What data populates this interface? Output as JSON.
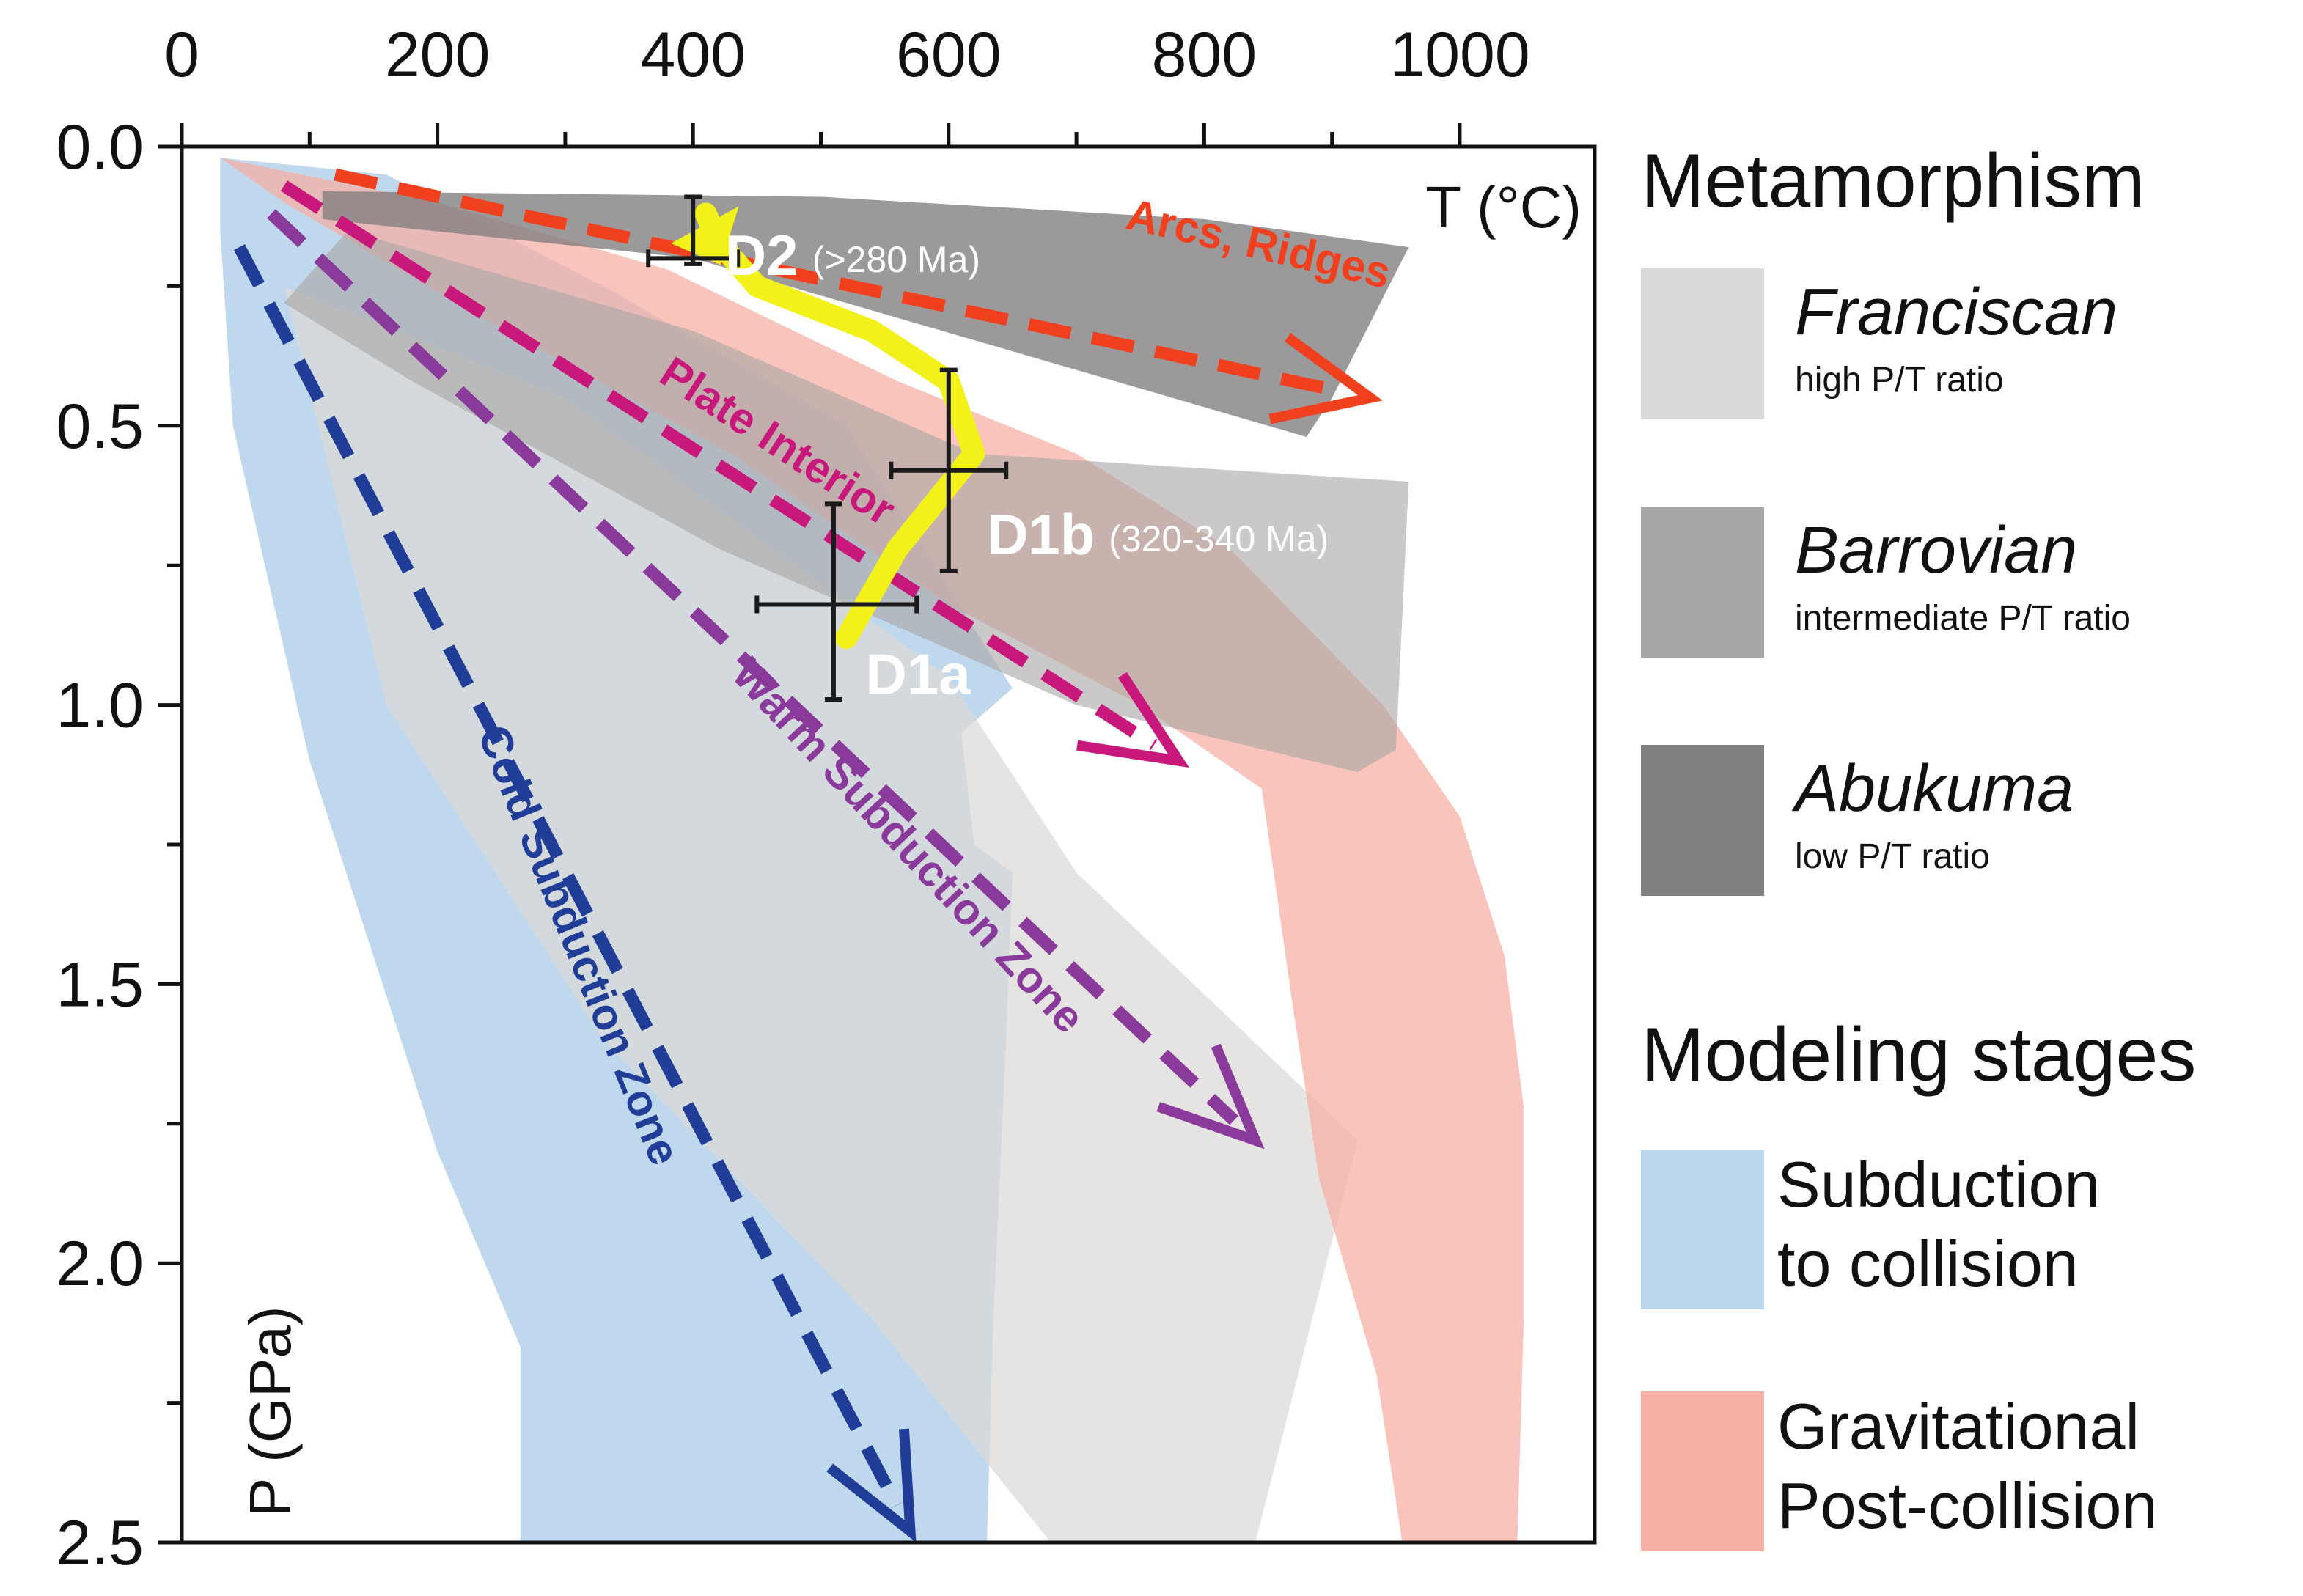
{
  "chart_data": {
    "type": "area",
    "xlabel": "T (°C)",
    "ylabel": "P (GPa)",
    "xlim": [
      0,
      1100
    ],
    "ylim": [
      0,
      2.5
    ],
    "x_ticks": [
      "0",
      "200",
      "400",
      "600",
      "800",
      "1000"
    ],
    "y_ticks": [
      "0.0",
      "0.5",
      "1.0",
      "1.5",
      "2.0",
      "2.5"
    ],
    "y_axis_inverted": true,
    "x_axis_position": "top",
    "colors": {
      "franciscan": "#dcdad8",
      "barrovian": "#a9a7a6",
      "abukuma": "#828080",
      "subduction": "#bcd6ec",
      "post_collision": "#f5b0a4",
      "arcs": "#f0401e",
      "plate_interior": "#c8187c",
      "warm_subduction": "#8a3a9a",
      "cold_subduction": "#203d98",
      "ptt_path": "#f2f21a"
    },
    "legend": {
      "metamorphism_title": "Metamorphism",
      "metamorphism": [
        {
          "name": "Franciscan",
          "desc": "high P/T ratio",
          "color_key": "franciscan"
        },
        {
          "name": "Barrovian",
          "desc": "intermediate P/T ratio",
          "color_key": "barrovian"
        },
        {
          "name": "Abukuma",
          "desc": "low P/T ratio",
          "color_key": "abukuma"
        }
      ],
      "modeling_title": "Modeling stages",
      "modeling": [
        {
          "line1": "Subduction",
          "line2": "to collision",
          "color_key": "subduction"
        },
        {
          "line1": "Gravitational",
          "line2": "Post-collision",
          "color_key": "post_collision"
        }
      ]
    },
    "regions": [
      {
        "name": "Subduction to collision",
        "color_key": "subduction",
        "opacity": 0.95,
        "points": [
          [
            30,
            0.02
          ],
          [
            160,
            0.05
          ],
          [
            330,
            0.25
          ],
          [
            520,
            0.5
          ],
          [
            630,
            0.9
          ],
          [
            650,
            0.97
          ],
          [
            610,
            1.05
          ],
          [
            620,
            1.25
          ],
          [
            650,
            1.3
          ],
          [
            645,
            1.6
          ],
          [
            635,
            2.1
          ],
          [
            630,
            2.5
          ],
          [
            265,
            2.5
          ],
          [
            265,
            2.15
          ],
          [
            200,
            1.8
          ],
          [
            100,
            1.1
          ],
          [
            40,
            0.5
          ],
          [
            30,
            0.15
          ]
        ]
      },
      {
        "name": "Franciscan",
        "color_key": "franciscan",
        "opacity": 0.72,
        "points": [
          [
            80,
            0.25
          ],
          [
            300,
            0.45
          ],
          [
            600,
            0.95
          ],
          [
            700,
            1.3
          ],
          [
            920,
            1.78
          ],
          [
            840,
            2.5
          ],
          [
            680,
            2.5
          ],
          [
            540,
            2.1
          ],
          [
            330,
            1.6
          ],
          [
            160,
            1.0
          ]
        ]
      },
      {
        "name": "Gravitational Post-collision",
        "color_key": "post_collision",
        "opacity": 0.75,
        "points": [
          [
            30,
            0.02
          ],
          [
            200,
            0.1
          ],
          [
            380,
            0.22
          ],
          [
            560,
            0.42
          ],
          [
            700,
            0.55
          ],
          [
            820,
            0.72
          ],
          [
            940,
            1.0
          ],
          [
            1000,
            1.2
          ],
          [
            1035,
            1.45
          ],
          [
            1050,
            1.72
          ],
          [
            1050,
            2.1
          ],
          [
            1045,
            2.5
          ],
          [
            955,
            2.5
          ],
          [
            935,
            2.2
          ],
          [
            890,
            1.85
          ],
          [
            870,
            1.55
          ],
          [
            845,
            1.15
          ],
          [
            750,
            1.0
          ],
          [
            600,
            0.82
          ],
          [
            430,
            0.55
          ],
          [
            230,
            0.3
          ],
          [
            80,
            0.1
          ]
        ]
      },
      {
        "name": "Barrovian",
        "color_key": "barrovian",
        "opacity": 0.62,
        "points": [
          [
            130,
            0.15
          ],
          [
            400,
            0.33
          ],
          [
            620,
            0.55
          ],
          [
            960,
            0.6
          ],
          [
            950,
            1.08
          ],
          [
            920,
            1.12
          ],
          [
            700,
            1.0
          ],
          [
            420,
            0.72
          ],
          [
            180,
            0.42
          ],
          [
            80,
            0.28
          ]
        ]
      },
      {
        "name": "Abukuma",
        "color_key": "abukuma",
        "opacity": 0.8,
        "points": [
          [
            110,
            0.08
          ],
          [
            500,
            0.09
          ],
          [
            800,
            0.13
          ],
          [
            960,
            0.18
          ],
          [
            900,
            0.45
          ],
          [
            880,
            0.52
          ],
          [
            700,
            0.4
          ],
          [
            400,
            0.2
          ],
          [
            110,
            0.13
          ]
        ]
      }
    ],
    "gradients": [
      {
        "name": "Arcs, Ridges",
        "color_key": "arcs",
        "from": [
          120,
          0.05
        ],
        "to": [
          930,
          0.45
        ],
        "label_at": [
          840,
          0.2
        ],
        "label_angle": 13
      },
      {
        "name": "Plate Interior",
        "color_key": "plate_interior",
        "from": [
          80,
          0.07
        ],
        "to": [
          780,
          1.1
        ],
        "label_at": [
          460,
          0.55
        ],
        "label_angle": 33
      },
      {
        "name": "Warm Subduction Zone",
        "color_key": "warm_subduction",
        "from": [
          70,
          0.12
        ],
        "to": [
          840,
          1.78
        ],
        "label_at": [
          560,
          1.27
        ],
        "label_angle": 47
      },
      {
        "name": "Cold Subduction Zone",
        "color_key": "cold_subduction",
        "from": [
          45,
          0.18
        ],
        "to": [
          570,
          2.48
        ],
        "label_at": [
          300,
          1.44
        ],
        "label_angle": 68
      }
    ],
    "ptt_path": {
      "points": [
        [
          520,
          0.88
        ],
        [
          560,
          0.72
        ],
        [
          620,
          0.55
        ],
        [
          600,
          0.42
        ],
        [
          540,
          0.33
        ],
        [
          450,
          0.25
        ],
        [
          420,
          0.17
        ],
        [
          410,
          0.12
        ]
      ],
      "arrow_to": [
        400,
        0.16
      ]
    },
    "events": [
      {
        "label": "D2",
        "age": "(>280 Ma)",
        "T": 400,
        "P": 0.2,
        "T_err": [
          365,
          435
        ],
        "P_err": [
          0.09,
          0.21
        ],
        "label_at": [
          425,
          0.23
        ]
      },
      {
        "label": "D1b",
        "age": "(320-340 Ma)",
        "T": 600,
        "P": 0.58,
        "T_err": [
          555,
          645
        ],
        "P_err": [
          0.4,
          0.76
        ],
        "label_at": [
          630,
          0.73
        ]
      },
      {
        "label": "D1a",
        "age": "",
        "T": 510,
        "P": 0.82,
        "T_err": [
          450,
          575
        ],
        "P_err": [
          0.64,
          0.99
        ],
        "label_at": [
          535,
          0.98
        ]
      }
    ]
  }
}
